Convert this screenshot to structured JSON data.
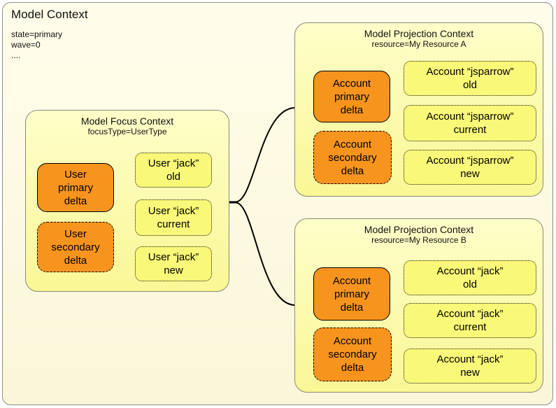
{
  "colors": {
    "outer_bg": "#fdfae2",
    "container_bg": "#fcfbae",
    "delta_orange": "#f7941e",
    "snapshot_yellow": "#f9f878",
    "border_gray": "#8c8c8c",
    "line_black": "#000000"
  },
  "root": {
    "title": "Model Context",
    "properties": [
      "state=primary",
      "wave=0",
      "...."
    ]
  },
  "focus_context": {
    "title": "Model Focus Context",
    "subtitle": "focusType=UserType",
    "primary_delta": "User\nprimary\ndelta",
    "secondary_delta": "User\nsecondary\ndelta",
    "snapshot_old": "User “jack”\nold",
    "snapshot_current": "User “jack”\ncurrent",
    "snapshot_new": "User “jack”\nnew"
  },
  "projection_a": {
    "title": "Model Projection Context",
    "subtitle": "resource=My Resource A",
    "primary_delta": "Account\nprimary\ndelta",
    "secondary_delta": "Account\nsecondary\ndelta",
    "snapshot_old": "Account “jsparrow”\nold",
    "snapshot_current": "Account “jsparrow”\ncurrent",
    "snapshot_new": "Account “jsparrow”\nnew"
  },
  "projection_b": {
    "title": "Model Projection Context",
    "subtitle": "resource=My Resource B",
    "primary_delta": "Account\nprimary\ndelta",
    "secondary_delta": "Account\nsecondary\ndelta",
    "snapshot_old": "Account “jack”\nold",
    "snapshot_current": "Account “jack”\ncurrent",
    "snapshot_new": "Account “jack”\nnew"
  }
}
